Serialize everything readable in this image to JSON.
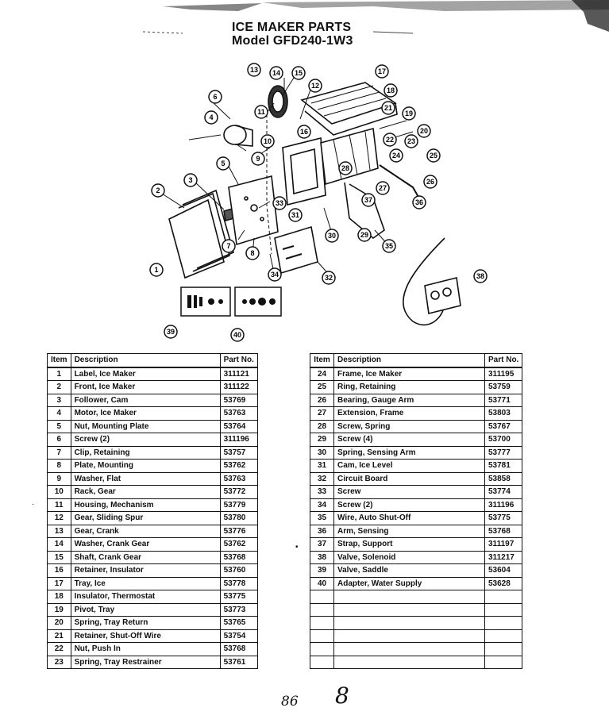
{
  "header": {
    "title": "ICE MAKER PARTS",
    "model": "Model GFD240-1W3"
  },
  "diagram": {
    "callouts": [
      "1",
      "2",
      "3",
      "4",
      "5",
      "6",
      "7",
      "8",
      "9",
      "10",
      "11",
      "12",
      "13",
      "14",
      "15",
      "16",
      "17",
      "18",
      "19",
      "20",
      "21",
      "22",
      "23",
      "24",
      "25",
      "26",
      "27",
      "28",
      "29",
      "30",
      "31",
      "32",
      "33",
      "34",
      "35",
      "36",
      "37",
      "38",
      "39",
      "40"
    ]
  },
  "table_left": {
    "headers": {
      "item": "Item",
      "description": "Description",
      "part": "Part No."
    },
    "rows": [
      {
        "item": "1",
        "description": "Label, Ice Maker",
        "part": "311121"
      },
      {
        "item": "2",
        "description": "Front, Ice Maker",
        "part": "311122"
      },
      {
        "item": "3",
        "description": "Follower, Cam",
        "part": "53769"
      },
      {
        "item": "4",
        "description": "Motor, Ice Maker",
        "part": "53763"
      },
      {
        "item": "5",
        "description": "Nut, Mounting Plate",
        "part": "53764"
      },
      {
        "item": "6",
        "description": "Screw (2)",
        "part": "311196"
      },
      {
        "item": "7",
        "description": "Clip, Retaining",
        "part": "53757"
      },
      {
        "item": "8",
        "description": "Plate, Mounting",
        "part": "53762"
      },
      {
        "item": "9",
        "description": "Washer, Flat",
        "part": "53763"
      },
      {
        "item": "10",
        "description": "Rack, Gear",
        "part": "53772"
      },
      {
        "item": "11",
        "description": "Housing, Mechanism",
        "part": "53779"
      },
      {
        "item": "12",
        "description": "Gear, Sliding Spur",
        "part": "53780"
      },
      {
        "item": "13",
        "description": "Gear, Crank",
        "part": "53776"
      },
      {
        "item": "14",
        "description": "Washer, Crank Gear",
        "part": "53762"
      },
      {
        "item": "15",
        "description": "Shaft, Crank Gear",
        "part": "53768"
      },
      {
        "item": "16",
        "description": "Retainer, Insulator",
        "part": "53760"
      },
      {
        "item": "17",
        "description": "Tray, Ice",
        "part": "53778"
      },
      {
        "item": "18",
        "description": "Insulator, Thermostat",
        "part": "53775"
      },
      {
        "item": "19",
        "description": "Pivot, Tray",
        "part": "53773"
      },
      {
        "item": "20",
        "description": "Spring, Tray Return",
        "part": "53765"
      },
      {
        "item": "21",
        "description": "Retainer, Shut-Off Wire",
        "part": "53754"
      },
      {
        "item": "22",
        "description": "Nut, Push In",
        "part": "53768"
      },
      {
        "item": "23",
        "description": "Spring, Tray Restrainer",
        "part": "53761"
      }
    ]
  },
  "table_right": {
    "headers": {
      "item": "Item",
      "description": "Description",
      "part": "Part No."
    },
    "rows": [
      {
        "item": "24",
        "description": "Frame, Ice Maker",
        "part": "311195"
      },
      {
        "item": "25",
        "description": "Ring, Retaining",
        "part": "53759"
      },
      {
        "item": "26",
        "description": "Bearing, Gauge Arm",
        "part": "53771"
      },
      {
        "item": "27",
        "description": "Extension, Frame",
        "part": "53803"
      },
      {
        "item": "28",
        "description": "Screw, Spring",
        "part": "53767"
      },
      {
        "item": "29",
        "description": "Screw (4)",
        "part": "53700"
      },
      {
        "item": "30",
        "description": "Spring, Sensing Arm",
        "part": "53777"
      },
      {
        "item": "31",
        "description": "Cam, Ice Level",
        "part": "53781"
      },
      {
        "item": "32",
        "description": "Circuit Board",
        "part": "53858"
      },
      {
        "item": "33",
        "description": "Screw",
        "part": "53774"
      },
      {
        "item": "34",
        "description": "Screw (2)",
        "part": "311196"
      },
      {
        "item": "35",
        "description": "Wire, Auto Shut-Off",
        "part": "53775"
      },
      {
        "item": "36",
        "description": "Arm, Sensing",
        "part": "53768"
      },
      {
        "item": "37",
        "description": "Strap, Support",
        "part": "311197"
      },
      {
        "item": "38",
        "description": "Valve, Solenoid",
        "part": "311217"
      },
      {
        "item": "39",
        "description": "Valve, Saddle",
        "part": "53604"
      },
      {
        "item": "40",
        "description": "Adapter, Water Supply",
        "part": "53628"
      },
      {
        "item": "",
        "description": "",
        "part": ""
      },
      {
        "item": "",
        "description": "",
        "part": ""
      },
      {
        "item": "",
        "description": "",
        "part": ""
      },
      {
        "item": "",
        "description": "",
        "part": ""
      },
      {
        "item": "",
        "description": "",
        "part": ""
      },
      {
        "item": "",
        "description": "",
        "part": ""
      }
    ]
  },
  "footer": {
    "handwriting_left": "86",
    "handwriting_right": "8"
  }
}
